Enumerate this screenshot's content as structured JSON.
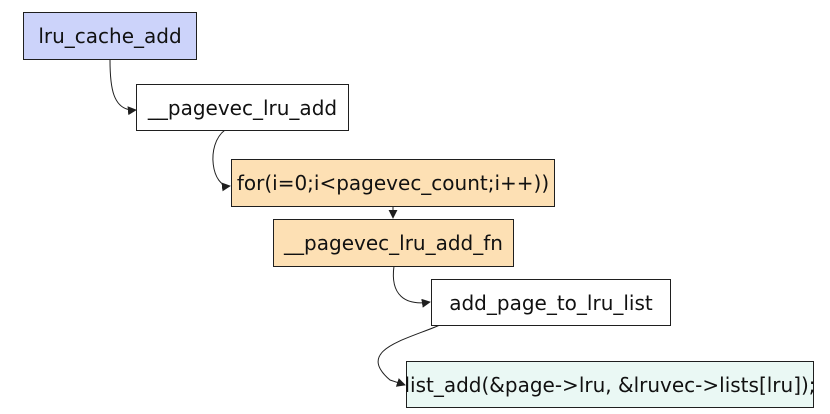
{
  "colors": {
    "blue": "#ccd3fa",
    "white": "#ffffff",
    "orange": "#fde0b4",
    "mint": "#eaf8f4",
    "line": "#1f1f1f"
  },
  "nodes": [
    {
      "id": "lru-cache-add",
      "label": "lru_cache_add",
      "fill": "blue"
    },
    {
      "id": "pagevec-lru-add",
      "label": "__pagevec_lru_add",
      "fill": "white"
    },
    {
      "id": "for-loop",
      "label": "for(i=0;i<pagevec_count;i++))",
      "fill": "orange"
    },
    {
      "id": "pagevec-lru-add-fn",
      "label": "__pagevec_lru_add_fn",
      "fill": "orange"
    },
    {
      "id": "add-page-to-lru-list",
      "label": "add_page_to_lru_list",
      "fill": "white"
    },
    {
      "id": "list-add",
      "label": "list_add(&page->lru, &lruvec->lists[lru]);",
      "fill": "mint"
    }
  ],
  "edges": [
    {
      "from": "lru-cache-add",
      "to": "pagevec-lru-add"
    },
    {
      "from": "pagevec-lru-add",
      "to": "for-loop"
    },
    {
      "from": "for-loop",
      "to": "pagevec-lru-add-fn"
    },
    {
      "from": "pagevec-lru-add-fn",
      "to": "add-page-to-lru-list"
    },
    {
      "from": "add-page-to-lru-list",
      "to": "list-add"
    }
  ]
}
